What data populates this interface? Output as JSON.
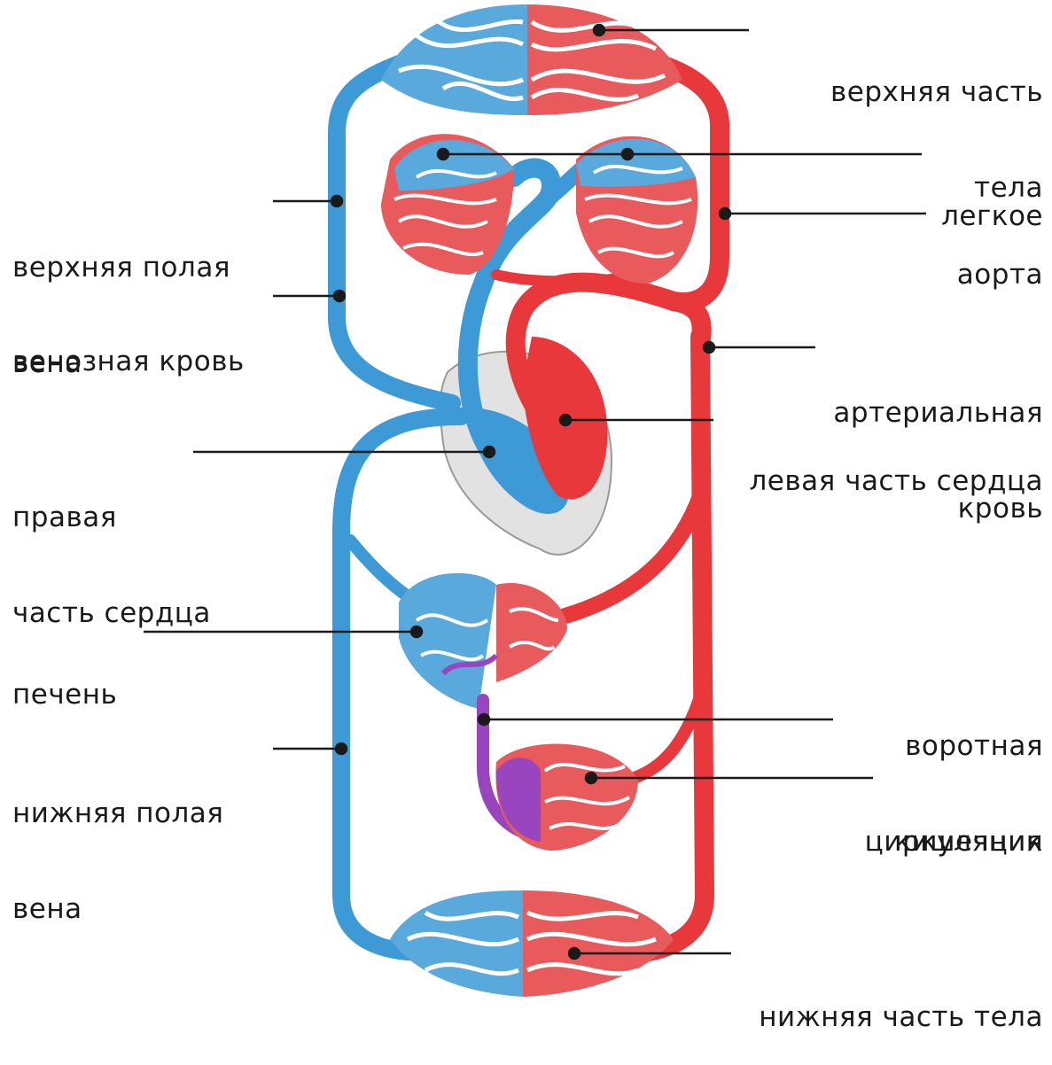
{
  "diagram": {
    "colors": {
      "arterial": "#e8383c",
      "venous": "#3d9ad6",
      "portal": "#9a45c0",
      "heart_sac": "#d8d8d8",
      "leader": "#1a1a1a"
    },
    "labels": {
      "upper_body": [
        "верхняя часть",
        "тела"
      ],
      "lung": [
        "легкое"
      ],
      "aorta": [
        "аорта"
      ],
      "superior_vena_cava": [
        "верхняя полая",
        "вена"
      ],
      "venous_blood": [
        "венозная кровь"
      ],
      "arterial_blood": [
        "артериальная",
        "кровь"
      ],
      "left_heart": [
        "левая часть сердца"
      ],
      "right_heart": [
        "правая",
        "часть сердца"
      ],
      "liver": [
        "печень"
      ],
      "portal_circulation": [
        "воротная",
        "циркуляция"
      ],
      "inferior_vena_cava": [
        "нижняя полая",
        "вена"
      ],
      "intestine": [
        "кишечник"
      ],
      "lower_body": [
        "нижняя часть тела"
      ]
    }
  }
}
